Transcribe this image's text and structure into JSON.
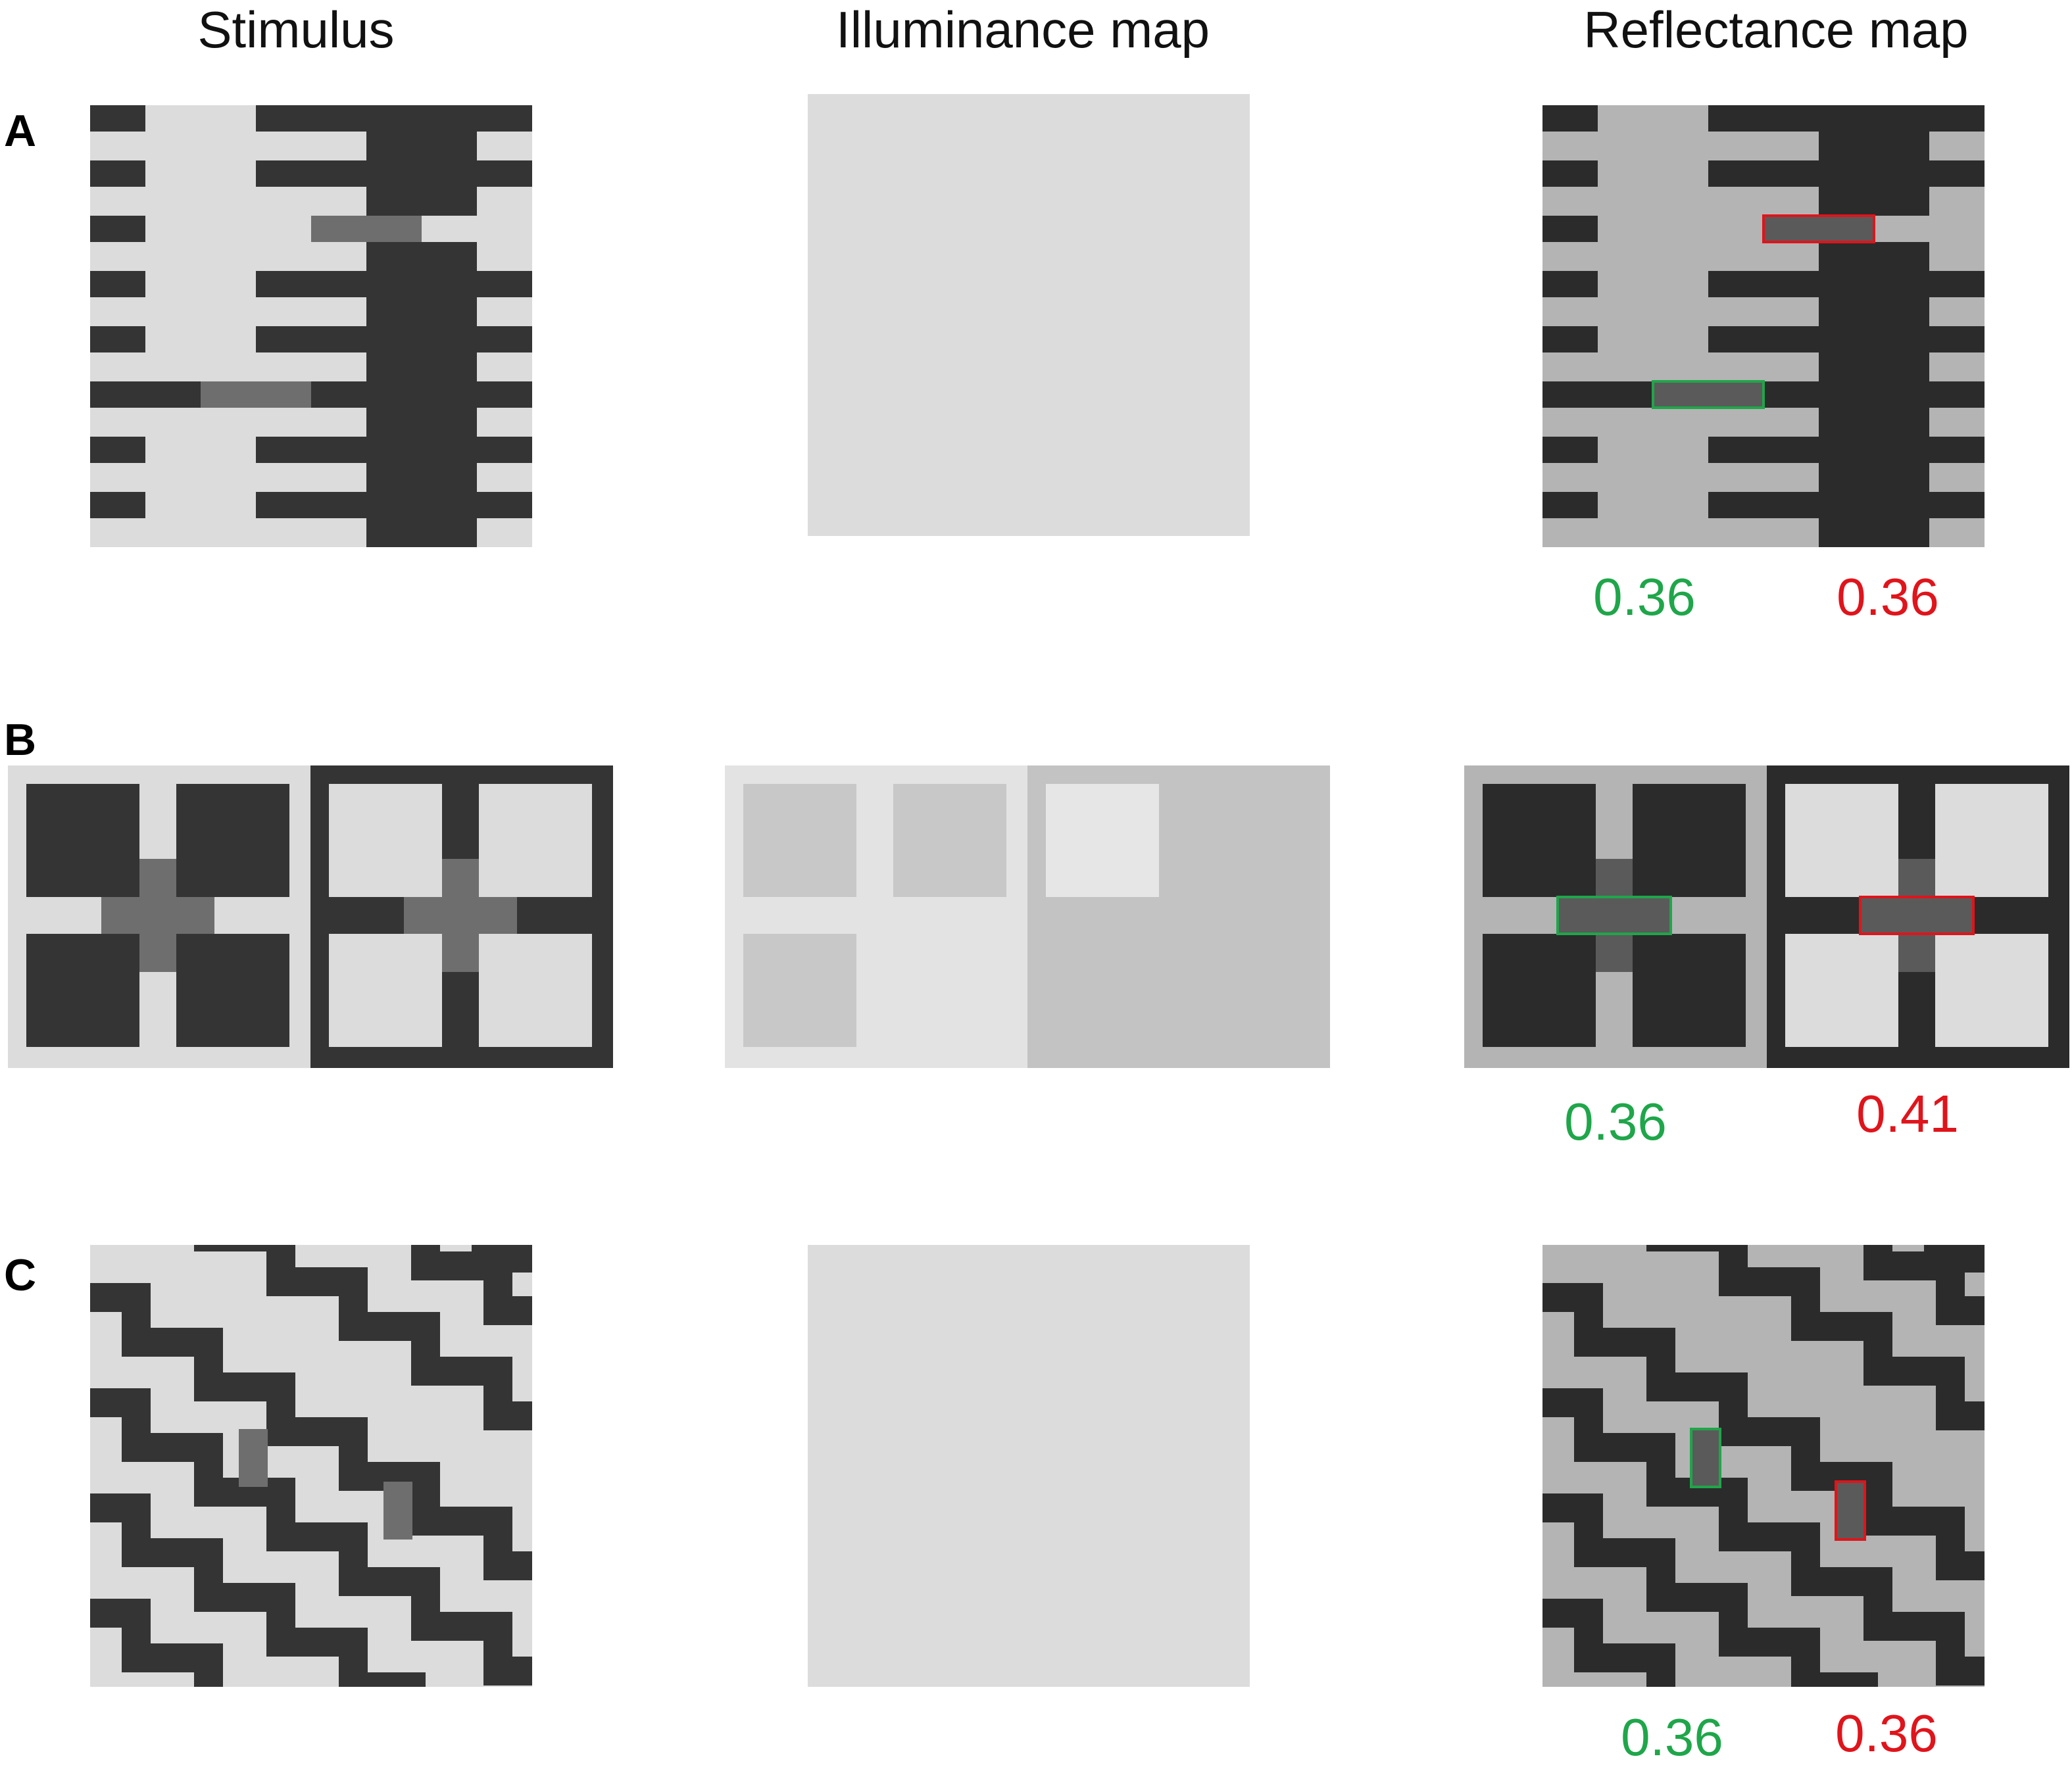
{
  "columns": {
    "stimulus": "Stimulus",
    "illuminance": "Illuminance map",
    "reflectance": "Reflectance map"
  },
  "rows": [
    {
      "label": "A",
      "values": [
        "0.36",
        "0.36"
      ]
    },
    {
      "label": "B",
      "values": [
        "0.36",
        "0.41"
      ]
    },
    {
      "label": "C",
      "values": [
        "0.36",
        "0.36"
      ]
    }
  ],
  "colors": {
    "light": "#dcdcdc",
    "dark": "#343434",
    "target": "#6e6e6e",
    "refl_light": "#b4b4b4",
    "refl_dark": "#2b2b2b",
    "refl_target": "#5a5a5a",
    "illum_light": "#dcdcdc",
    "illum_mid": "#c3c3c3",
    "illum_bright": "#e8e8e8",
    "green": "#1fa64a",
    "red": "#e0141b"
  }
}
